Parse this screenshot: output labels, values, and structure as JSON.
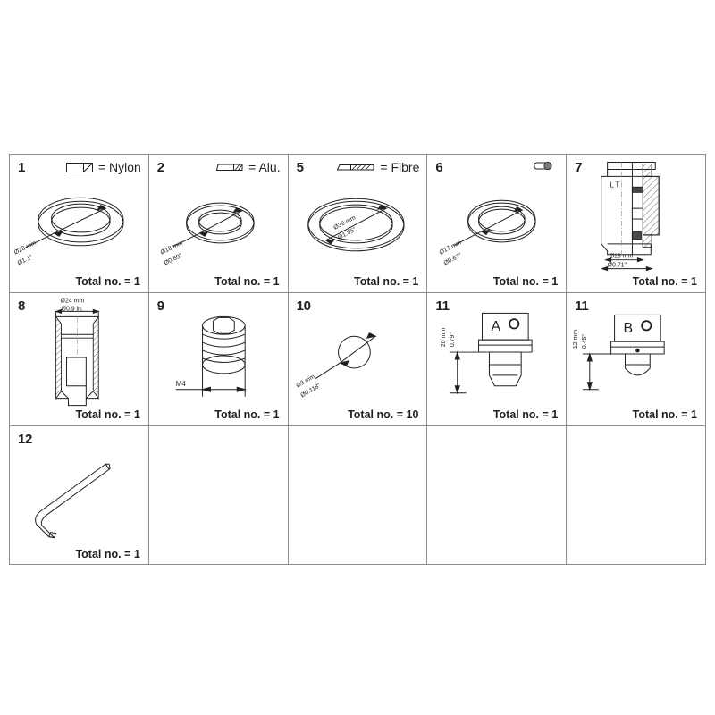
{
  "diagram": {
    "title": "Parts list table",
    "accent_color": "#231f20",
    "border_color": "#8c8c8c",
    "total_label_prefix": "Total no. = "
  },
  "material_legend": [
    {
      "icon": "nylon-section-icon",
      "label": "= Nylon"
    },
    {
      "icon": "alu-section-icon",
      "label": "= Alu."
    },
    {
      "icon": "fibre-section-icon",
      "label": "= Fibre"
    },
    {
      "icon": "oring-section-icon",
      "label": ""
    }
  ],
  "rows": [
    {
      "cells": [
        {
          "index": "1",
          "part": "o-ring-nylon",
          "legend_icon": "nylon-section-icon",
          "legend_label": "= Nylon",
          "dims": [
            "Ø28 mm",
            "Ø1.1\""
          ],
          "total": "Total no. = 1"
        },
        {
          "index": "2",
          "part": "washer-alu",
          "legend_icon": "alu-section-icon",
          "legend_label": "= Alu.",
          "dims": [
            "Ø18 mm",
            "Ø0.69\""
          ],
          "total": "Total no. = 1"
        },
        {
          "index": "5",
          "part": "washer-fibre",
          "legend_icon": "fibre-section-icon",
          "legend_label": "= Fibre",
          "dims": [
            "Ø39 mm",
            "Ø1.55\""
          ],
          "total": "Total no. = 1"
        },
        {
          "index": "6",
          "part": "o-ring-rubber",
          "legend_icon": "oring-section-icon",
          "legend_label": "",
          "dims": [
            "Ø17 mm",
            "Ø0.67\""
          ],
          "total": "Total no. = 1"
        },
        {
          "index": "7",
          "part": "threaded-fitting-lt",
          "marking": "LT",
          "dims": [
            "Ø18 mm",
            "Ø0.71\""
          ],
          "total": "Total no. = 1"
        }
      ]
    },
    {
      "cells": [
        {
          "index": "8",
          "part": "sleeve-housing",
          "dims": [
            "Ø24 mm",
            "Ø0.9 in."
          ],
          "total": "Total no. = 1"
        },
        {
          "index": "9",
          "part": "set-screw",
          "dims": [
            "M4"
          ],
          "total": "Total no. = 1"
        },
        {
          "index": "10",
          "part": "ball-bearing",
          "dims": [
            "Ø3 mm",
            "Ø0.118\""
          ],
          "total": "Total no. = 10"
        },
        {
          "index": "11",
          "part": "sensor-probe-a",
          "marking": "A",
          "dims": [
            "20 mm",
            "0.79\""
          ],
          "total": "Total no. = 1"
        },
        {
          "index": "11",
          "part": "sensor-probe-b",
          "marking": "B",
          "dims": [
            "12 mm",
            "0.45\""
          ],
          "total": "Total no. = 1"
        }
      ]
    },
    {
      "cells": [
        {
          "index": "12",
          "part": "hex-key-allen-wrench",
          "dims": [],
          "total": "Total no. = 1"
        },
        {
          "index": "",
          "part": "",
          "dims": [],
          "total": ""
        },
        {
          "index": "",
          "part": "",
          "dims": [],
          "total": ""
        },
        {
          "index": "",
          "part": "",
          "dims": [],
          "total": ""
        },
        {
          "index": "",
          "part": "",
          "dims": [],
          "total": ""
        }
      ]
    }
  ]
}
